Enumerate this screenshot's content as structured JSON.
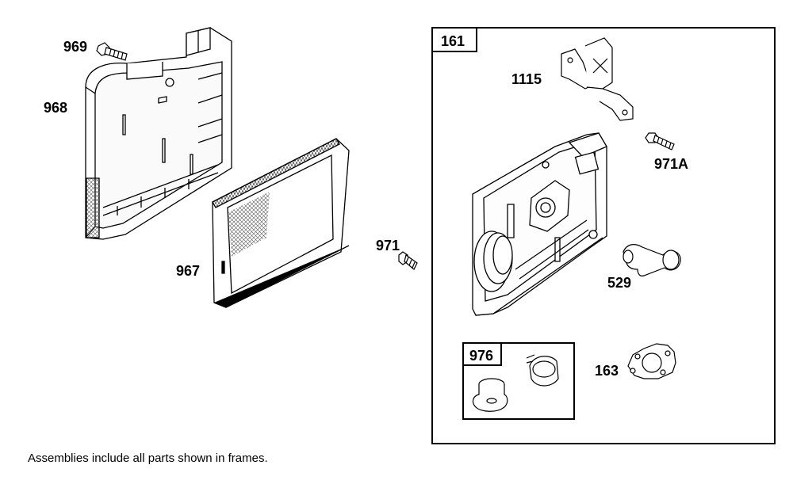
{
  "parts": {
    "p969": "969",
    "p968": "968",
    "p967": "967",
    "p971": "971",
    "p161": "161",
    "p1115": "1115",
    "p971a": "971A",
    "p529": "529",
    "p976": "976",
    "p163": "163"
  },
  "footnote": "Assemblies include all parts shown in frames."
}
